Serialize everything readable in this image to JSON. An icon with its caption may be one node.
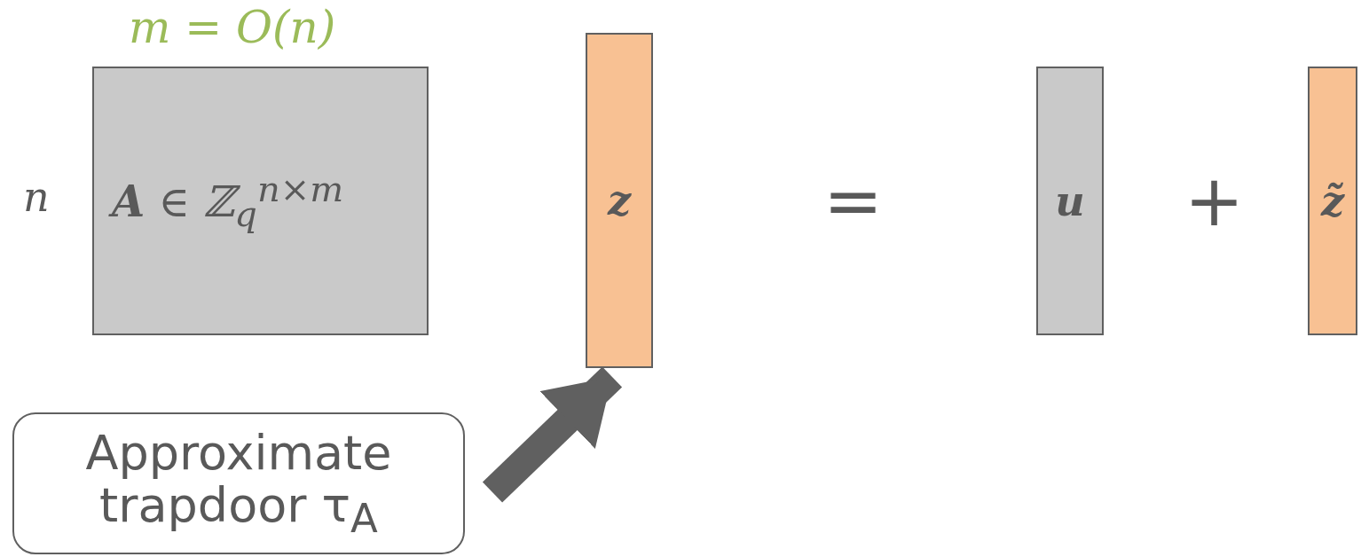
{
  "diagram": {
    "nodes": [
      {
        "text": [
          "**A** ∈ ℤ$_{q}$$^{n×m}$"
        ],
        "beside": [
          "m = O(n)",
          "n"
        ]
      },
      {
        "text": [
          "z"
        ]
      },
      {
        "text": [
          "u"
        ]
      },
      {
        "text": [
          "z̃"
        ]
      },
      {
        "text": [
          "Approximate trapdoor τ$_{A}$"
        ]
      }
    ],
    "edges": [
      {
        "from": 4,
        "to": 1,
        "arrow": "to"
      }
    ],
    "labels": [
      "=",
      "+"
    ]
  }
}
